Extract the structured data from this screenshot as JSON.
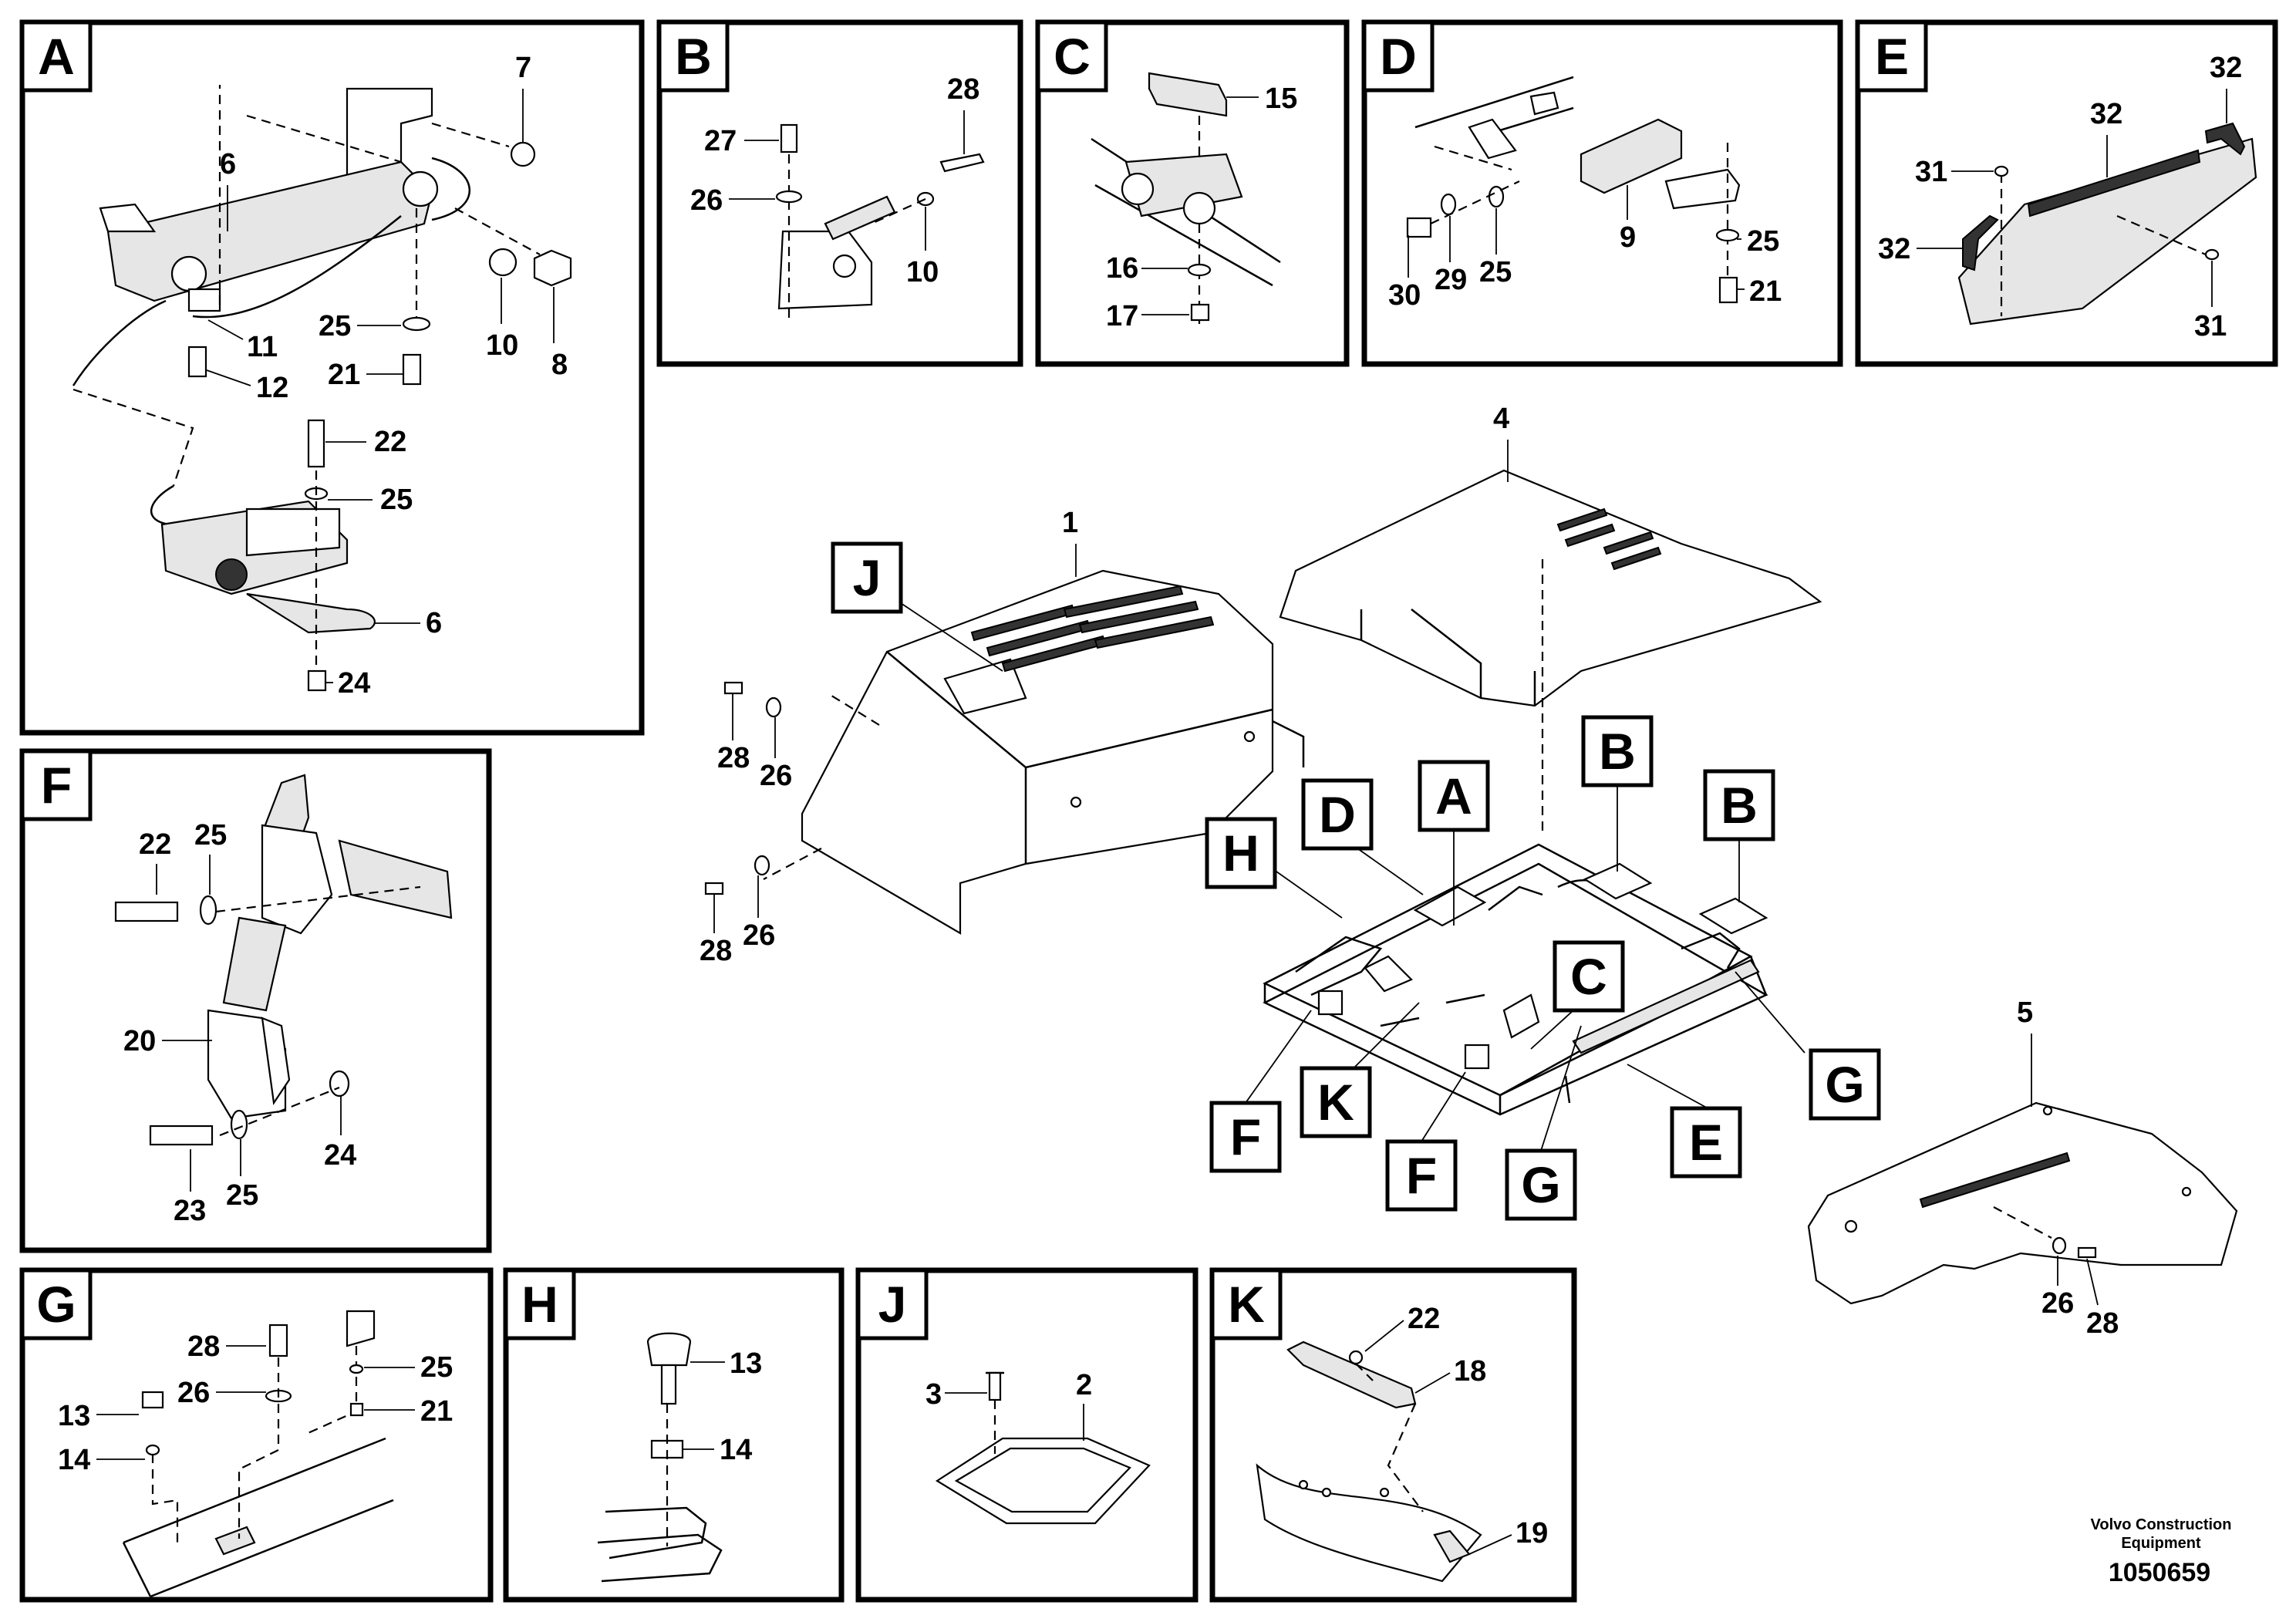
{
  "panels": {
    "A": {
      "letter": "A",
      "callouts": [
        "7",
        "6",
        "11",
        "12",
        "25",
        "21",
        "10",
        "8",
        "22",
        "25",
        "6",
        "24"
      ]
    },
    "B": {
      "letter": "B",
      "callouts": [
        "28",
        "27",
        "26",
        "10"
      ]
    },
    "C": {
      "letter": "C",
      "callouts": [
        "15",
        "16",
        "17"
      ]
    },
    "D": {
      "letter": "D",
      "callouts": [
        "9",
        "25",
        "21",
        "30",
        "29",
        "25"
      ]
    },
    "E": {
      "letter": "E",
      "callouts": [
        "32",
        "32",
        "31",
        "32",
        "31"
      ]
    },
    "F": {
      "letter": "F",
      "callouts": [
        "22",
        "25",
        "20",
        "23",
        "25",
        "24"
      ]
    },
    "G": {
      "letter": "G",
      "callouts": [
        "28",
        "26",
        "25",
        "21",
        "13",
        "14"
      ]
    },
    "H": {
      "letter": "H",
      "callouts": [
        "13",
        "14"
      ]
    },
    "J": {
      "letter": "J",
      "callouts": [
        "3",
        "2"
      ]
    },
    "K": {
      "letter": "K",
      "callouts": [
        "22",
        "18",
        "19"
      ]
    }
  },
  "main": {
    "callouts": [
      "1",
      "4",
      "5",
      "28",
      "26",
      "28",
      "26",
      "26",
      "28"
    ],
    "view_labels": [
      "J",
      "D",
      "A",
      "B",
      "B",
      "H",
      "C",
      "F",
      "K",
      "F",
      "G",
      "G",
      "E"
    ]
  },
  "footer": {
    "credit_line1": "Volvo Construction",
    "credit_line2": "Equipment",
    "drawing_number": "1050659"
  }
}
